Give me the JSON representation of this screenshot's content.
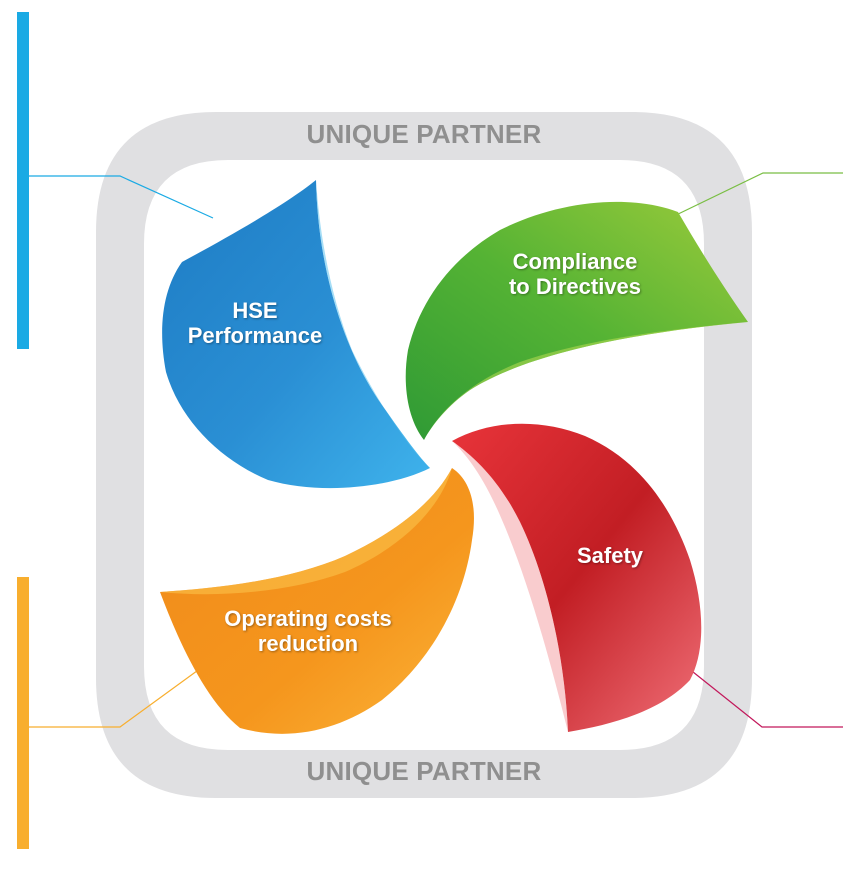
{
  "frame": {
    "top_label": "UNIQUE PARTNER",
    "bottom_label": "UNIQUE PARTNER"
  },
  "petals": [
    {
      "id": "hse",
      "label": "HSE\nPerformance",
      "color": "#2a8fd4",
      "accent": "#1aaae4",
      "icon": "blue-petal"
    },
    {
      "id": "compliance",
      "label": "Compliance\nto Directives",
      "color": "#55b334",
      "accent": "#79be43",
      "icon": "green-petal"
    },
    {
      "id": "safety",
      "label": "Safety",
      "color": "#e2232a",
      "accent": "#c2185b",
      "icon": "red-petal"
    },
    {
      "id": "costs",
      "label": "Operating costs\nreduction",
      "color": "#f5961d",
      "accent": "#f8ae2e",
      "icon": "orange-petal"
    }
  ],
  "colors": {
    "frame": "#e0e0e2",
    "frame_text": "#8f8f8f",
    "blue_bar": "#1aaae4",
    "orange_bar": "#f8ae2e",
    "connector_blue": "#1aaae4",
    "connector_green": "#79be43",
    "connector_orange": "#f8ae2e",
    "connector_red": "#c2185b"
  }
}
